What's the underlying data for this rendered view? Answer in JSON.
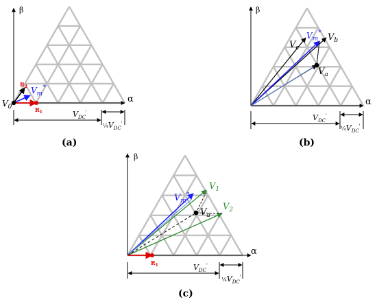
{
  "colors": {
    "grid": "#c0c0c0",
    "vector_black": "#000000",
    "vector_blue": "#1a1aff",
    "vector_light_blue": "#6b8fe0",
    "vector_green": "#2e8b2e",
    "vector_red": "#e00000"
  },
  "panels": [
    {
      "caption": "(a)",
      "axis_labels": {
        "x": "α",
        "y": "β"
      },
      "labels": {
        "origin": "V0",
        "vm": "Vm*",
        "r1": "R1",
        "r2": "R2",
        "vdc": "VDC'",
        "quarter_vdc": "¼VDC'"
      }
    },
    {
      "caption": "(b)",
      "axis_labels": {
        "x": "α",
        "y": "β"
      },
      "labels": {
        "vm": "Vm*",
        "va": "Va",
        "vb": "Vb",
        "vc": "Vc",
        "vdc": "VDC'",
        "quarter_vdc": "¼VDC'"
      }
    },
    {
      "caption": "(c)",
      "axis_labels": {
        "x": "α",
        "y": "β"
      },
      "labels": {
        "vm": "Vm*",
        "va": "Va",
        "v1": "V1",
        "v2": "V2",
        "r1": "R1",
        "vdc": "VDC'",
        "quarter_vdc": "¼VDC'"
      }
    }
  ]
}
